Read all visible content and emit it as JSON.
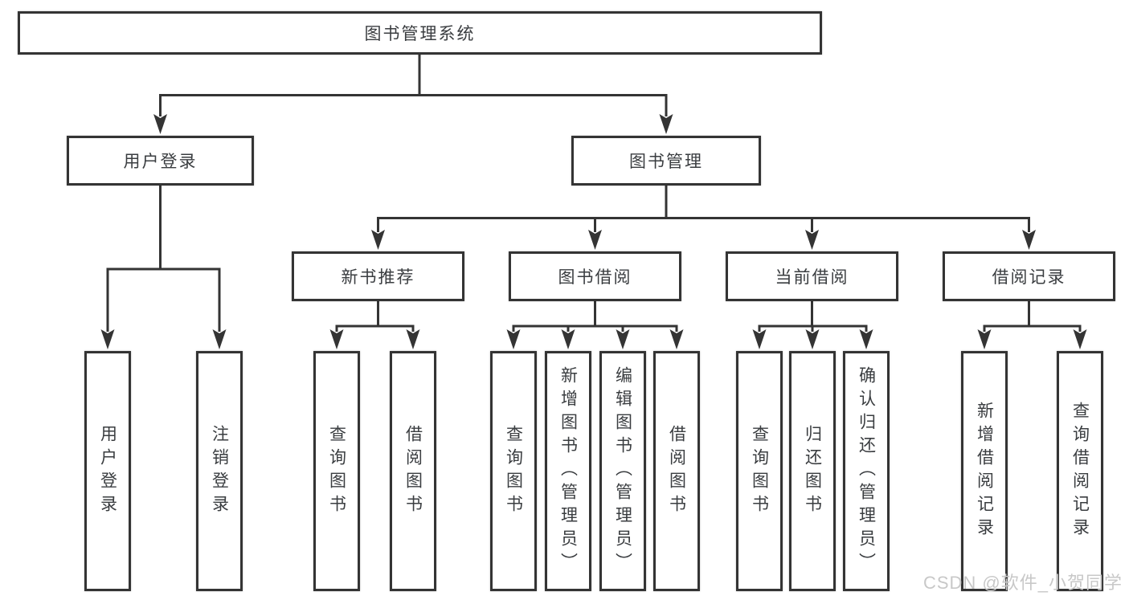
{
  "tree": {
    "root": {
      "label": "图书管理系统"
    },
    "branches": [
      {
        "label": "用户登录",
        "children": [
          {
            "label": "用户登录"
          },
          {
            "label": "注销登录"
          }
        ]
      },
      {
        "label": "图书管理",
        "children": [
          {
            "label": "新书推荐",
            "children": [
              {
                "label": "查询图书"
              },
              {
                "label": "借阅图书"
              }
            ]
          },
          {
            "label": "图书借阅",
            "children": [
              {
                "label": "查询图书"
              },
              {
                "label": "新增图书（管理员）"
              },
              {
                "label": "编辑图书（管理员）"
              },
              {
                "label": "借阅图书"
              }
            ]
          },
          {
            "label": "当前借阅",
            "children": [
              {
                "label": "查询图书"
              },
              {
                "label": "归还图书"
              },
              {
                "label": "确认归还（管理员）"
              }
            ]
          },
          {
            "label": "借阅记录",
            "children": [
              {
                "label": "新增借阅记录"
              },
              {
                "label": "查询借阅记录"
              }
            ]
          }
        ]
      }
    ]
  },
  "watermark": {
    "text": "CSDN @软件_小贺同学",
    "color": "#c8c8c8"
  },
  "colors": {
    "line": "#343434",
    "box_border": "#343434",
    "text": "#3a3d40",
    "background": "#ffffff"
  }
}
